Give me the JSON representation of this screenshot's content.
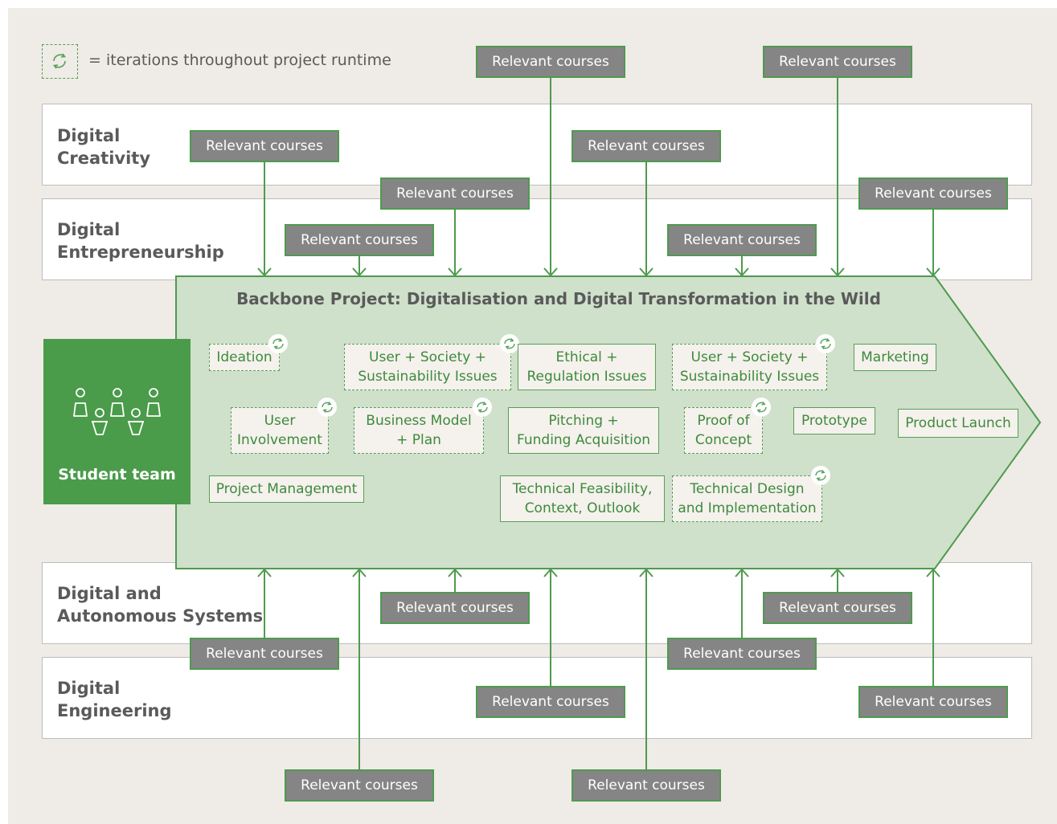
{
  "legend": {
    "text": "= iterations throughout project runtime",
    "icon": "iteration-cycle-icon"
  },
  "bands": [
    {
      "id": "creativity",
      "label": "Digital\nCreativity"
    },
    {
      "id": "entrepreneurship",
      "label": "Digital\nEntrepreneurship"
    },
    {
      "id": "autonomous",
      "label": "Digital and\nAutonomous Systems"
    },
    {
      "id": "engineering",
      "label": "Digital\nEngineering"
    }
  ],
  "backbone": {
    "title": "Backbone Project: Digitalisation and Digital Transformation in the Wild"
  },
  "student_team": {
    "label": "Student team",
    "icon": "student-team-icon"
  },
  "course_label": "Relevant courses",
  "topics": [
    {
      "id": "ideation",
      "label": "Ideation",
      "dashed": true,
      "iter": true
    },
    {
      "id": "user-society-1",
      "label": "User + Society +\nSustainability Issues",
      "dashed": true,
      "iter": true
    },
    {
      "id": "ethical",
      "label": "Ethical +\nRegulation Issues",
      "dashed": false,
      "iter": false
    },
    {
      "id": "user-society-2",
      "label": "User + Society +\nSustainability Issues",
      "dashed": true,
      "iter": true
    },
    {
      "id": "marketing",
      "label": "Marketing",
      "dashed": false,
      "iter": false
    },
    {
      "id": "user-involvement",
      "label": "User\nInvolvement",
      "dashed": true,
      "iter": true
    },
    {
      "id": "business-model",
      "label": "Business Model\n+ Plan",
      "dashed": true,
      "iter": true
    },
    {
      "id": "pitching",
      "label": "Pitching +\nFunding Acquisition",
      "dashed": false,
      "iter": false
    },
    {
      "id": "proof-of-concept",
      "label": "Proof of\nConcept",
      "dashed": true,
      "iter": true
    },
    {
      "id": "prototype",
      "label": "Prototype",
      "dashed": false,
      "iter": false
    },
    {
      "id": "product-launch",
      "label": "Product Launch",
      "dashed": false,
      "iter": false
    },
    {
      "id": "project-management",
      "label": "Project Management",
      "dashed": false,
      "iter": false
    },
    {
      "id": "tech-feasibility",
      "label": "Technical Feasibility,\nContext, Outlook",
      "dashed": false,
      "iter": false
    },
    {
      "id": "tech-design",
      "label": "Technical Design\nand Implementation",
      "dashed": true,
      "iter": true
    }
  ],
  "colors": {
    "background": "#efebe6",
    "arrow_fill": "#cfe0cb",
    "green": "#4a9b4a",
    "course_box": "#858585"
  }
}
